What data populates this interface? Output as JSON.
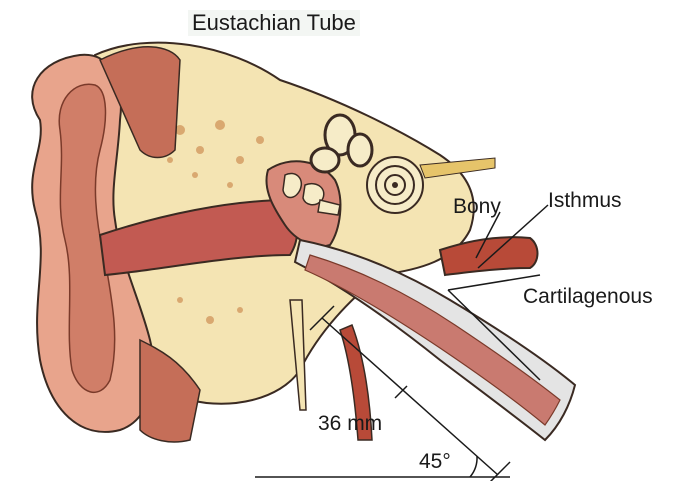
{
  "title": "Eustachian Tube",
  "labels": {
    "bony": "Bony",
    "isthmus": "Isthmus",
    "cartilagenous": "Cartilagenous",
    "length": "36 mm",
    "angle": "45°"
  },
  "colors": {
    "skin": "#e8a48c",
    "skin_dark": "#c56e58",
    "bone": "#f4e4b3",
    "bone_dark": "#d9b87a",
    "canal": "#c25a52",
    "tube_wall": "#dcdcdc",
    "vessel": "#b84a38",
    "outline": "#3a2a22"
  }
}
